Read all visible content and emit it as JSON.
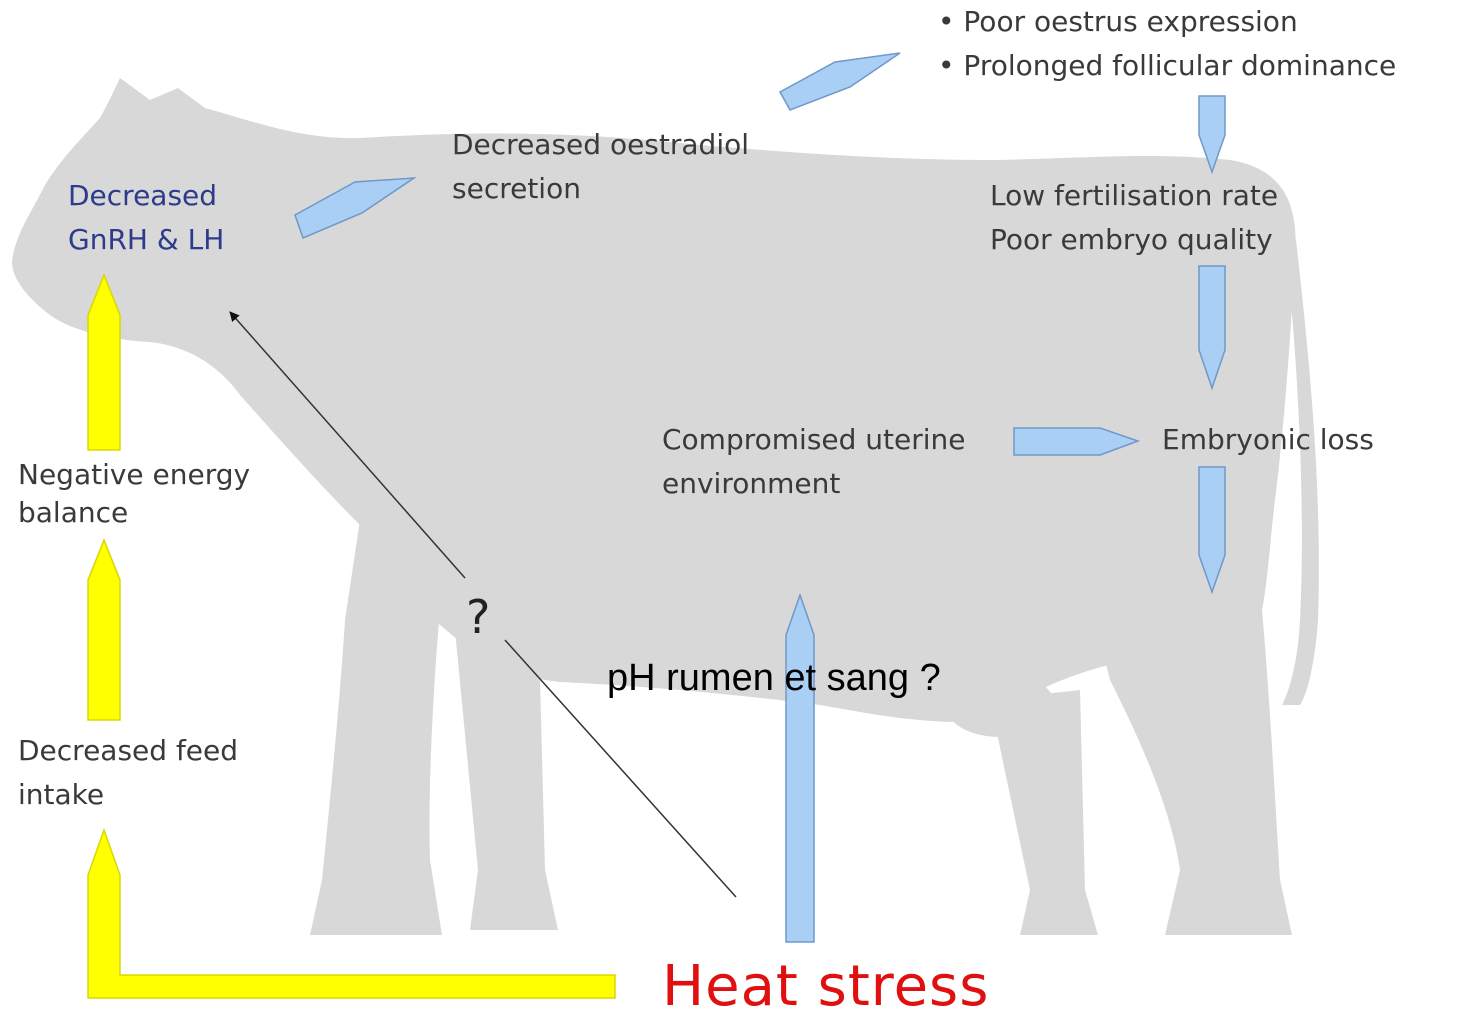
{
  "colors": {
    "silhouette": "#d8d8d8",
    "blue_arrow": "#a9cff5",
    "blue_arrow_stroke": "#6f98c8",
    "yellow_arrow": "#ffff00",
    "yellow_arrow_stroke": "#d8d800",
    "hormone_text": "#2d3b8a",
    "heat_stress_text": "#e01010"
  },
  "labels": {
    "gnrh": [
      "Decreased",
      "GnRH & LH"
    ],
    "oestradiol": [
      "Decreased oestradiol",
      "secretion"
    ],
    "oestrus_bullets": [
      "Poor oestrus expression",
      "Prolonged follicular dominance"
    ],
    "fertilisation": [
      "Low fertilisation rate",
      "Poor embryo quality"
    ],
    "embryonic_loss": "Embryonic loss",
    "uterine": [
      "Compromised uterine",
      "environment"
    ],
    "energy": [
      "Negative energy",
      "balance"
    ],
    "feed": [
      "Decreased feed",
      "intake"
    ],
    "question": "?",
    "ph": "pH rumen et sang ?",
    "heat_stress": "Heat stress"
  }
}
